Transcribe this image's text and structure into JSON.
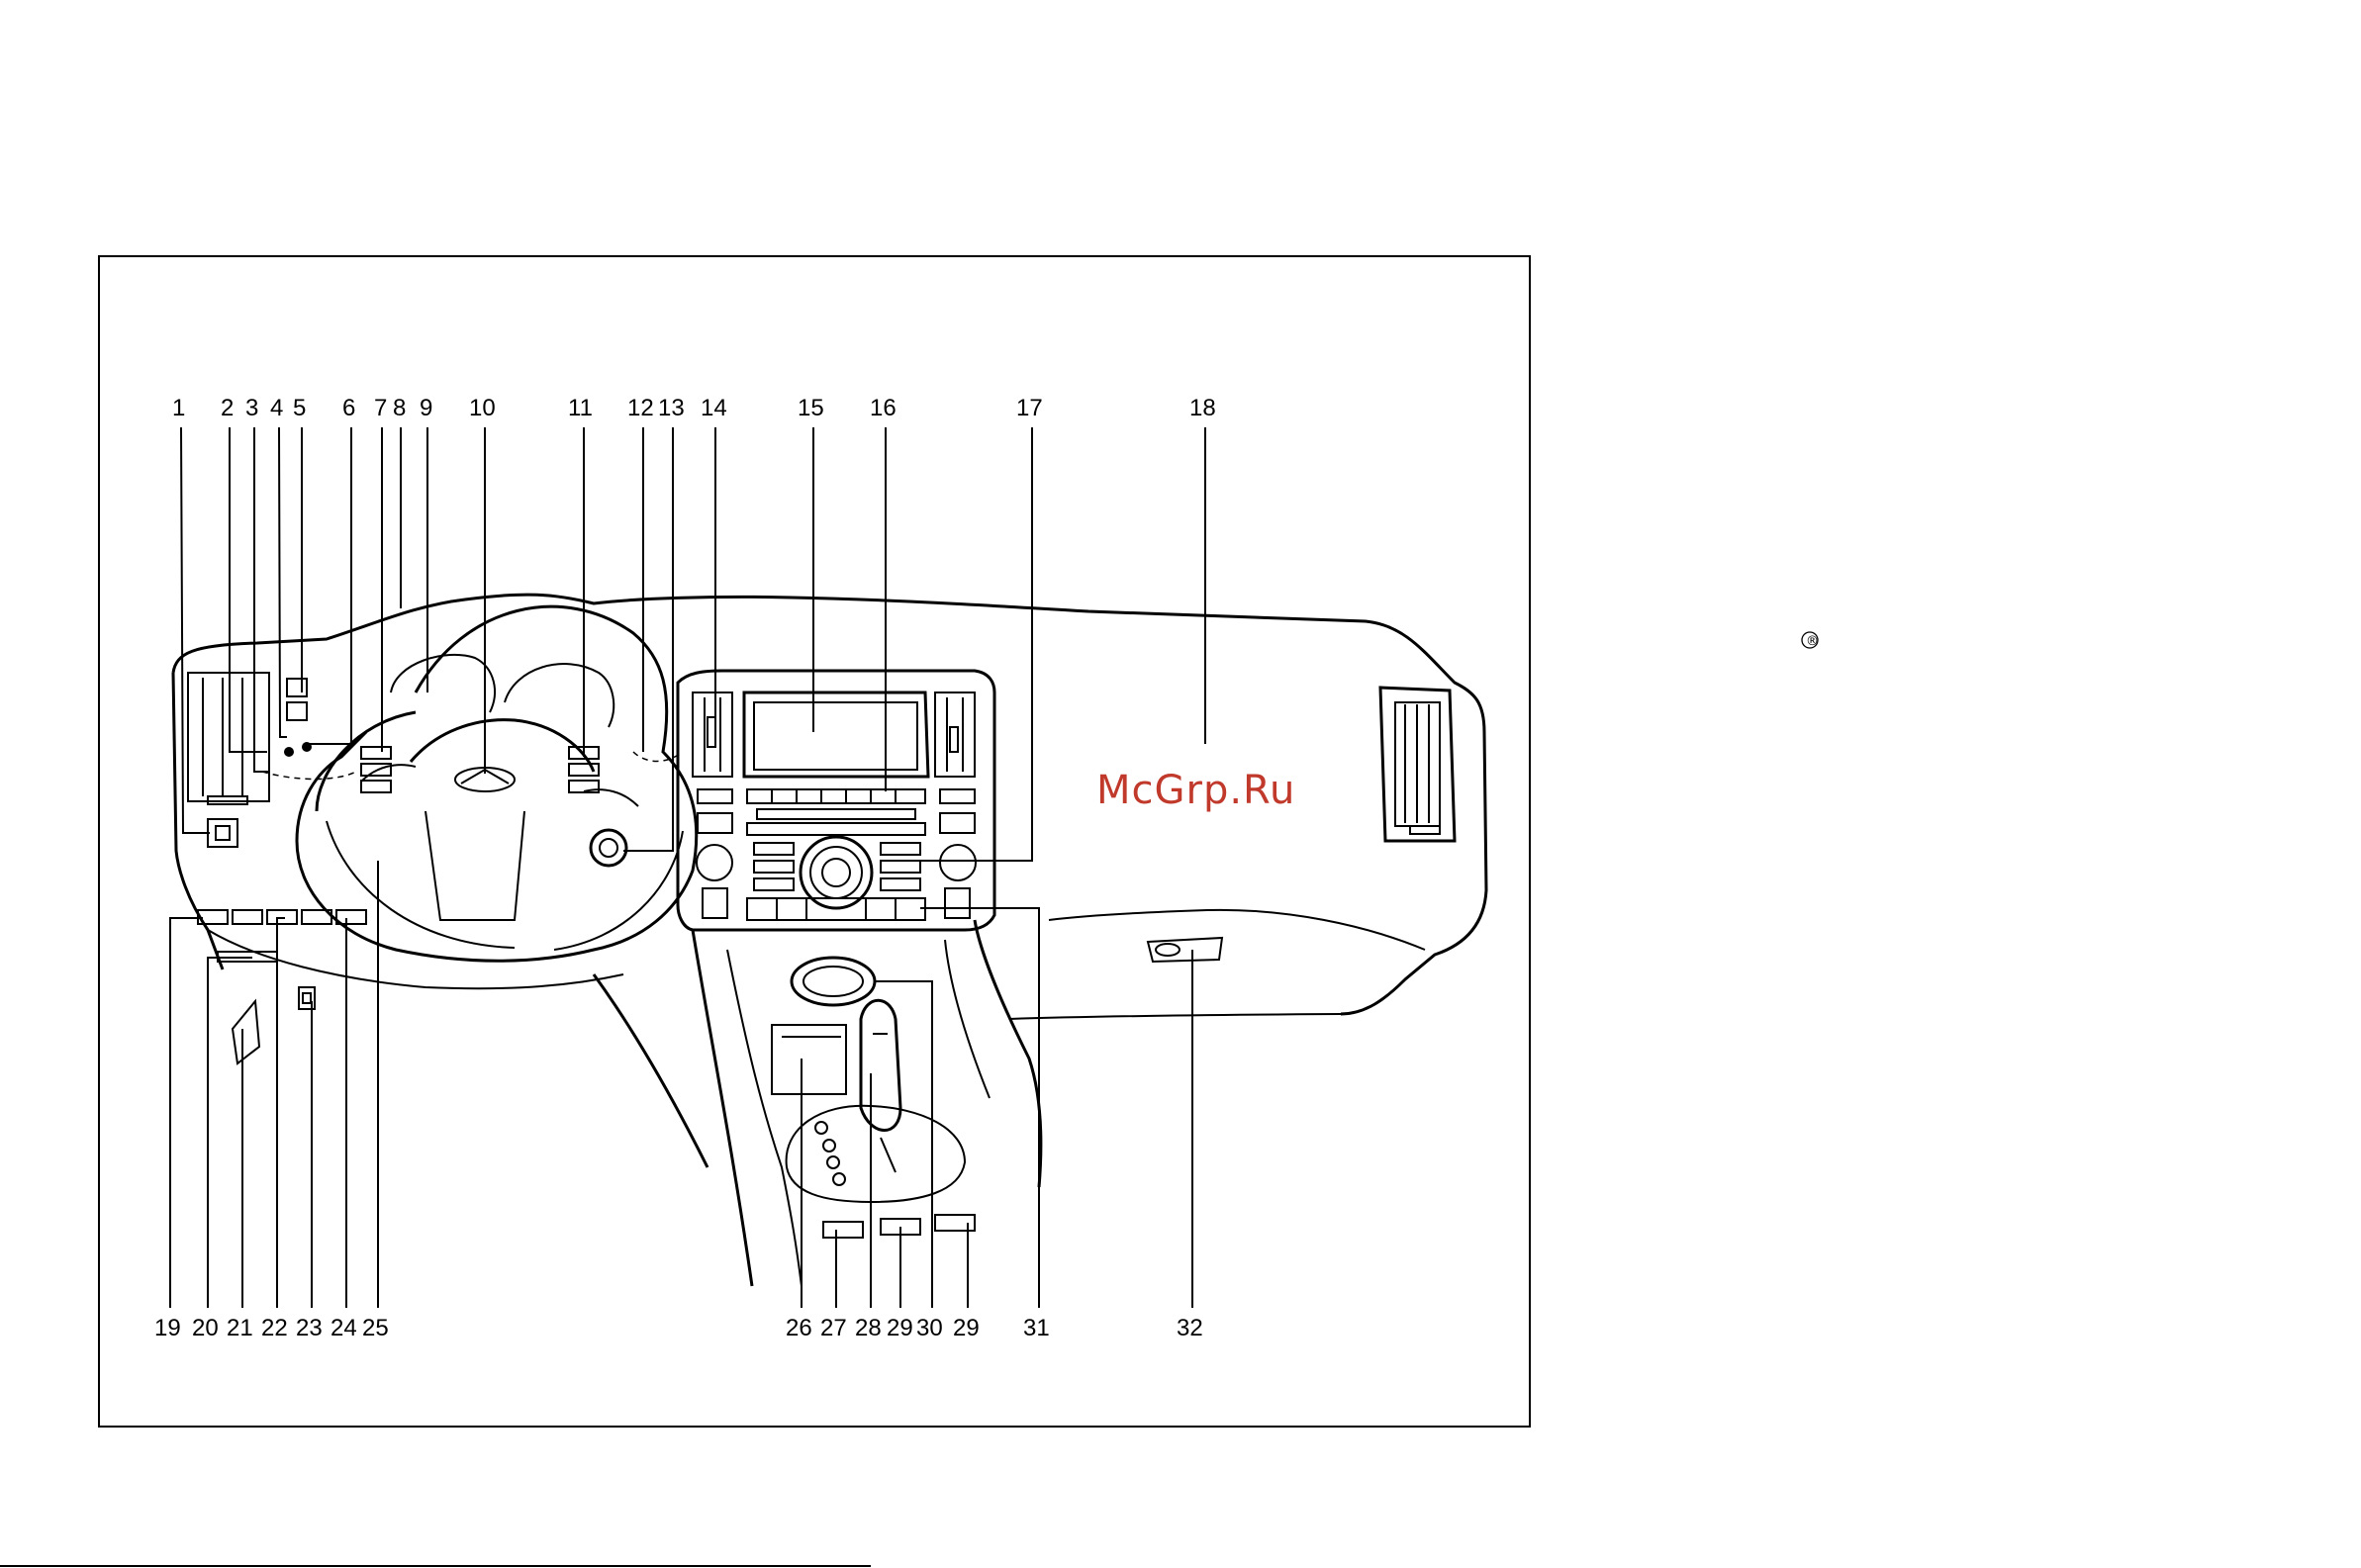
{
  "watermark": "McGrp.Ru",
  "registered_mark": "®",
  "diagram": {
    "callouts": [
      {
        "id": "1",
        "label": "1"
      },
      {
        "id": "2",
        "label": "2"
      },
      {
        "id": "3",
        "label": "3"
      },
      {
        "id": "4",
        "label": "4"
      },
      {
        "id": "5",
        "label": "5"
      },
      {
        "id": "6",
        "label": "6"
      },
      {
        "id": "7",
        "label": "7"
      },
      {
        "id": "8",
        "label": "8"
      },
      {
        "id": "9",
        "label": "9"
      },
      {
        "id": "10",
        "label": "10"
      },
      {
        "id": "11",
        "label": "11"
      },
      {
        "id": "12",
        "label": "12"
      },
      {
        "id": "13",
        "label": "13"
      },
      {
        "id": "14",
        "label": "14"
      },
      {
        "id": "15",
        "label": "15"
      },
      {
        "id": "16",
        "label": "16"
      },
      {
        "id": "17",
        "label": "17"
      },
      {
        "id": "18",
        "label": "18"
      },
      {
        "id": "19",
        "label": "19"
      },
      {
        "id": "20",
        "label": "20"
      },
      {
        "id": "21",
        "label": "21"
      },
      {
        "id": "22",
        "label": "22"
      },
      {
        "id": "23",
        "label": "23"
      },
      {
        "id": "24",
        "label": "24"
      },
      {
        "id": "25",
        "label": "25"
      },
      {
        "id": "26",
        "label": "26"
      },
      {
        "id": "27",
        "label": "27"
      },
      {
        "id": "28",
        "label": "28"
      },
      {
        "id": "29a",
        "label": "29"
      },
      {
        "id": "30",
        "label": "30"
      },
      {
        "id": "29b",
        "label": "29"
      },
      {
        "id": "31",
        "label": "31"
      },
      {
        "id": "32",
        "label": "32"
      }
    ]
  }
}
